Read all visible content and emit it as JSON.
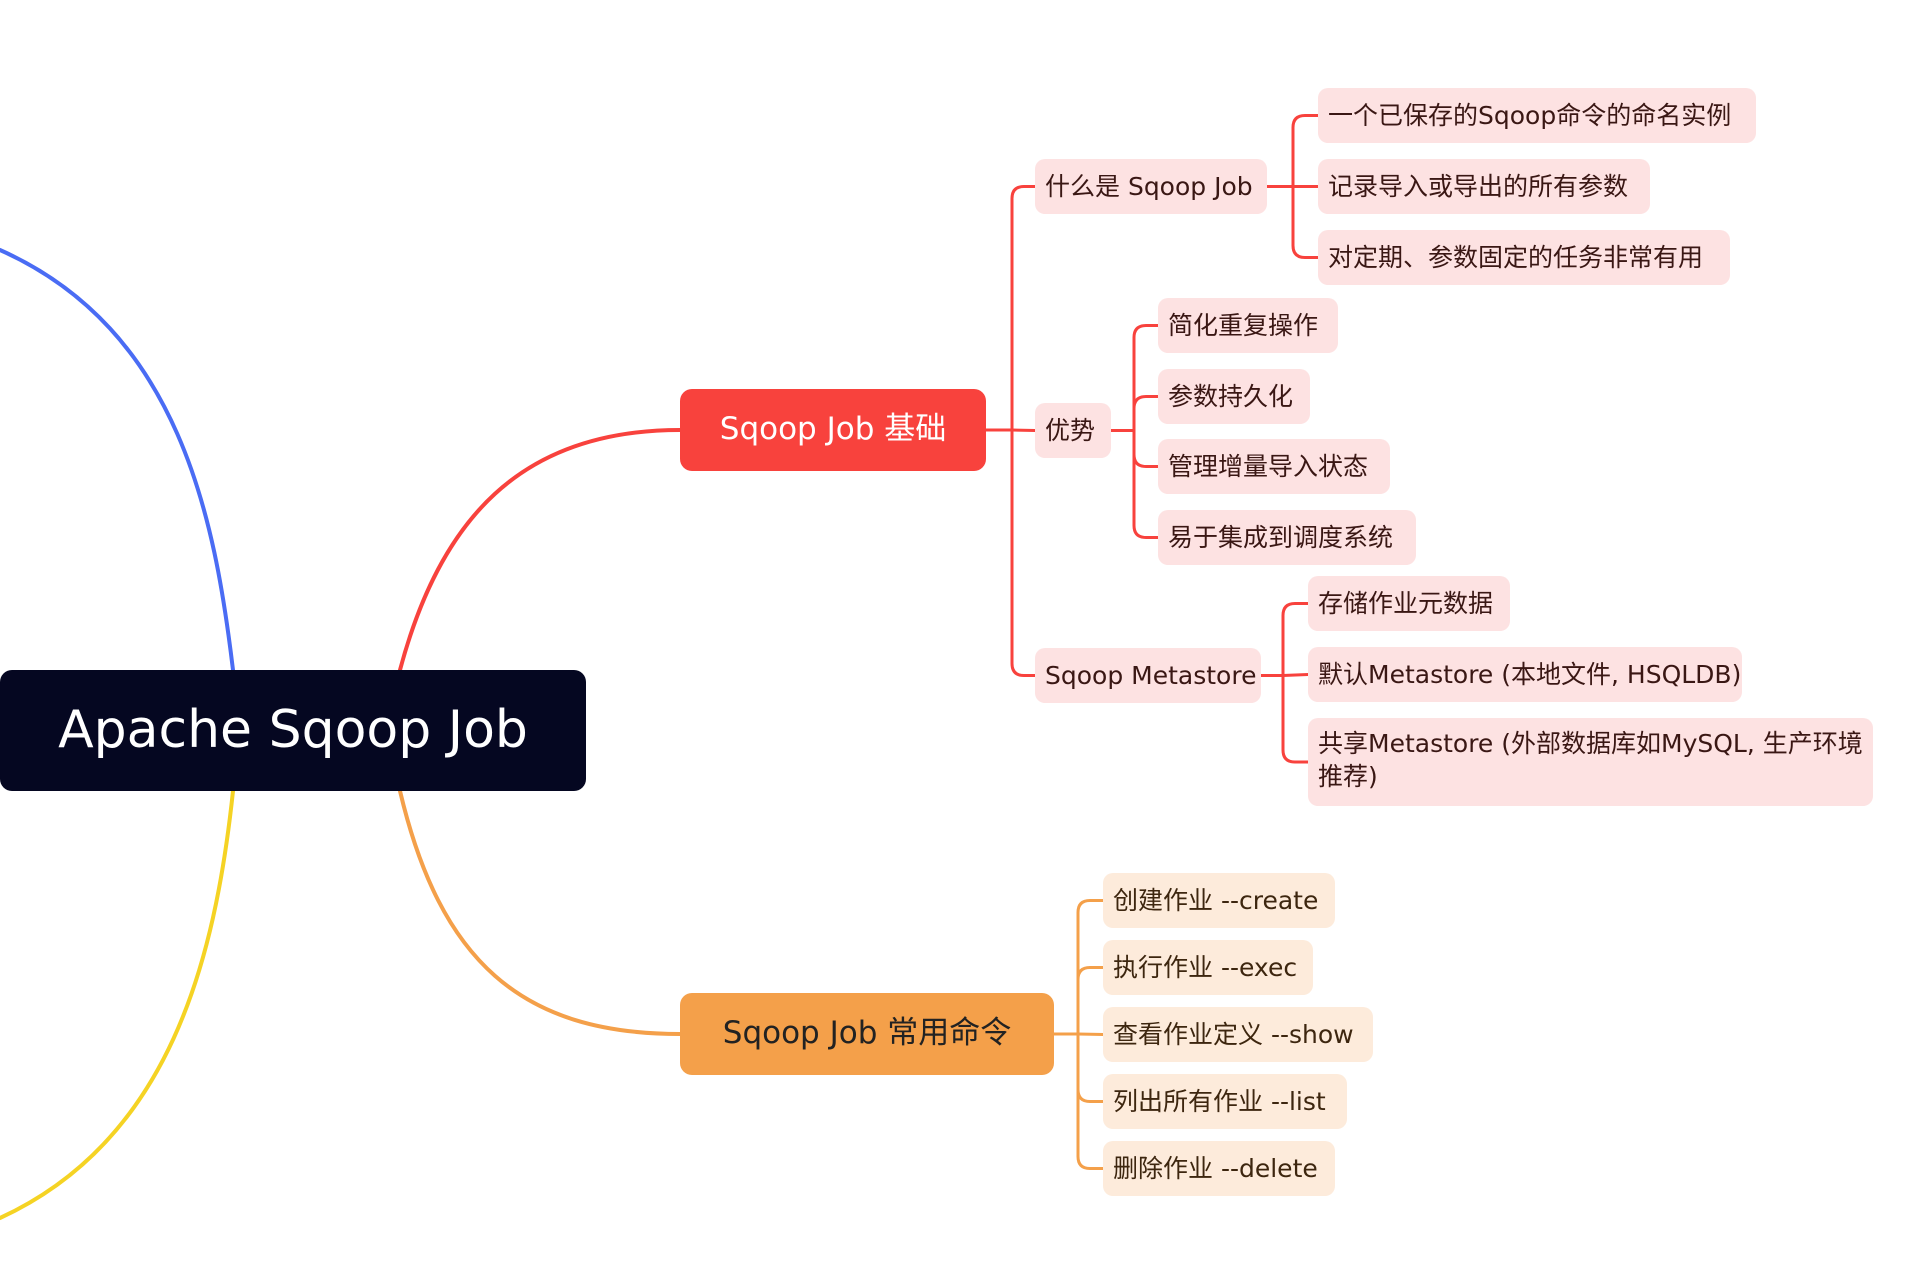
{
  "root": {
    "label": "Apache Sqoop Job"
  },
  "colors": {
    "hidden_branch_top": "#4a6cf4",
    "hidden_branch_bottom": "#f5d324",
    "red_branch": "#f8423d",
    "orange_branch": "#f4a04a",
    "red_sub_fill": "#fde2e2",
    "orange_sub_fill": "#fdebdb",
    "root_fill": "#050721"
  },
  "basics": {
    "label": "Sqoop Job 基础",
    "what": {
      "label": "什么是 Sqoop Job",
      "items": [
        "一个已保存的Sqoop命令的命名实例",
        "记录导入或导出的所有参数",
        "对定期、参数固定的任务非常有用"
      ]
    },
    "advantages": {
      "label": "优势",
      "items": [
        "简化重复操作",
        "参数持久化",
        "管理增量导入状态",
        "易于集成到调度系统"
      ]
    },
    "metastore": {
      "label": "Sqoop Metastore",
      "items": [
        "存储作业元数据",
        "默认Metastore (本地文件, HSQLDB)",
        "共享Metastore (外部数据库如MySQL, 生产环境推荐)"
      ]
    }
  },
  "commands": {
    "label": "Sqoop Job 常用命令",
    "items": [
      "创建作业 --create",
      "执行作业 --exec",
      "查看作业定义 --show",
      "列出所有作业 --list",
      "删除作业 --delete"
    ]
  }
}
